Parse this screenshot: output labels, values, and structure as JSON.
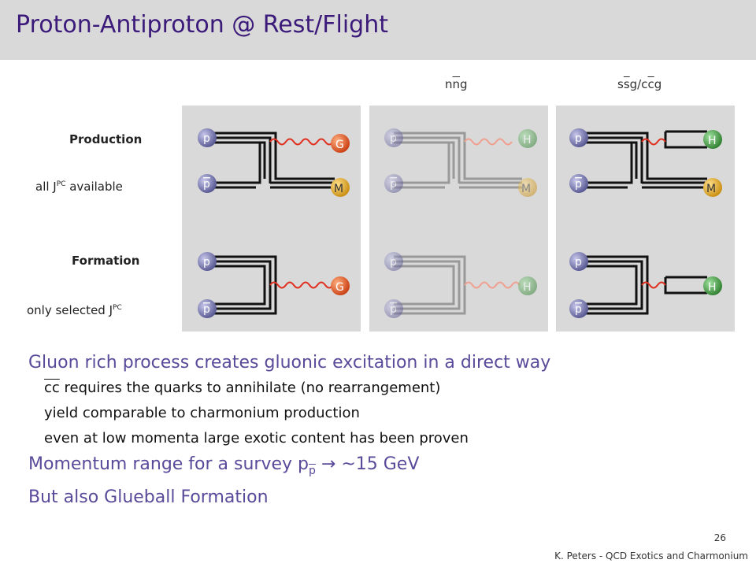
{
  "title": "Proton-Antiproton @ Rest/Flight",
  "columns": {
    "col2": "nng",
    "col3": "ssg/ccg"
  },
  "rows": {
    "production": "Production",
    "production_note_pre": "all J",
    "production_note_sup": "PC",
    "production_note_post": " available",
    "formation": "Formation",
    "formation_note_pre": "only selected J",
    "formation_note_sup": "PC"
  },
  "diagram_labels": {
    "p": "p",
    "G": "G",
    "M": "M",
    "H": "H"
  },
  "colors": {
    "proton": "#6c6ca6",
    "gluon_ball": "#e2571e",
    "meson": "#e0a020",
    "hybrid": "#3f9a3f",
    "gluon_line": "#e03020"
  },
  "bullets": {
    "b1": "Gluon rich process creates gluonic excitation in a direct way",
    "b1_sub1_cc": "cc",
    "b1_sub1_rest": " requires the quarks to annihilate (no rearrangement)",
    "b1_sub2": "yield comparable to charmonium production",
    "b1_sub3": "even at low momenta large exotic content has been proven",
    "b2_pre": "Momentum range for a survey p",
    "b2_sub": "p",
    "b2_post": " → ~15 GeV",
    "b3": "But also Glueball Formation"
  },
  "page_number": "26",
  "footer": "K. Peters - QCD Exotics and Charmonium"
}
